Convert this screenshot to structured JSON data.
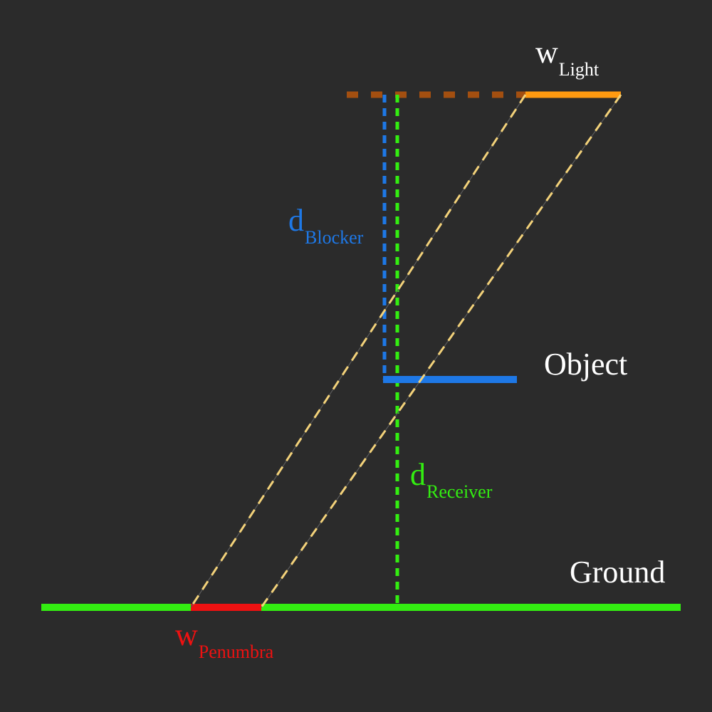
{
  "labels": {
    "w_light": {
      "main": "w",
      "sub": "Light"
    },
    "d_blocker": {
      "main": "d",
      "sub": "Blocker"
    },
    "object": "Object",
    "d_receiver": {
      "main": "d",
      "sub": "Receiver"
    },
    "ground": "Ground",
    "w_penumbra": {
      "main": "w",
      "sub": "Penumbra"
    }
  },
  "colors": {
    "background": "#2b2b2b",
    "light": "#ff9a10",
    "light_plane": "#a34f10",
    "blocker": "#1e78e6",
    "receiver": "#33ee11",
    "penumbra": "#ee1111",
    "rays": "#f3d27a",
    "text": "#ffffff"
  }
}
